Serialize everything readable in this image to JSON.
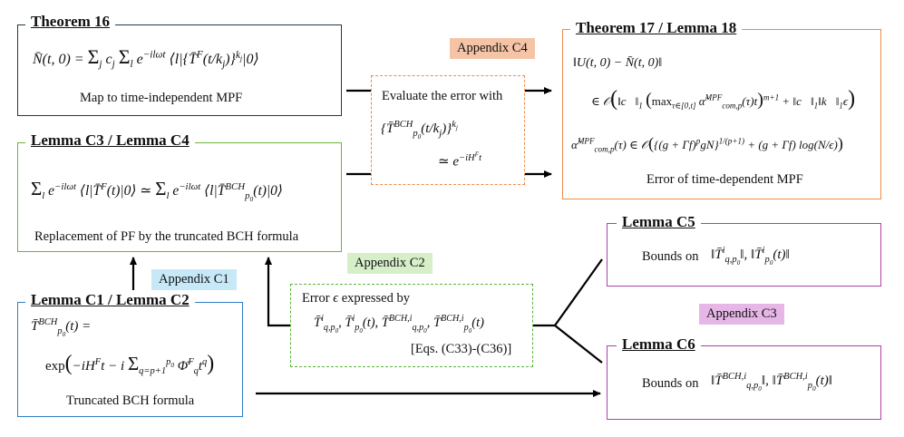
{
  "thm16": {
    "title": "Theorem 16",
    "formula": "N̄(t, 0) = Σⱼ cⱼ Σₗ e⁻ⁱˡωᵗ ⟨l|{T̄ᶠ(t/kⱼ)}ᵏʲ|0⟩",
    "caption": "Map to time-independent MPF"
  },
  "lemC3C4": {
    "title": "Lemma C3 / Lemma C4",
    "formula": "Σₗ e⁻ⁱˡωᵗ ⟨l|T̄ᶠ(t)|0⟩ ≃ Σₗ e⁻ⁱˡωᵗ ⟨l|T̄ᴮᶜᴴₚ₀(t)|0⟩",
    "caption": "Replacement of PF by the truncated BCH formula"
  },
  "lemC1C2": {
    "title": "Lemma C1 / Lemma C2",
    "formula1": "T̄ᴮᶜᴴₚ₀(t) =",
    "formula2": "exp( −iHᶠt − i Σ_{q=p+1}^{p₀} Φ̄ᶠ_q t^q )",
    "caption": "Truncated BCH formula"
  },
  "thm17": {
    "title": "Theorem 17 / Lemma 18",
    "line1": "‖U(t,0) − N̄(t,0)‖",
    "line2": "∈ 𝒪( ‖c⃗‖₁ ( max_{τ∈[0,t]} α̃ᴹᴾᶠ_com,p(τ) t )^{m+1} + ‖c⃗‖₁‖k⃗‖₁ε )",
    "line3": "α̃ᴹᴾᶠ_com,p(τ) ∈ 𝒪( {(g+Γf)ᵖ gN}^{1/(p+1)} + (g+Γf) log(N/ε) )",
    "caption": "Error of time-dependent MPF"
  },
  "evaluate": {
    "line1": "Evaluate the error with",
    "line2": "{T̄ᴮᶜᴴₚ₀(t/kⱼ)}ᵏʲ",
    "line3": "≃ e⁻ⁱᴴᶠᵗ"
  },
  "errorbox": {
    "line1": "Error ϵ expressed by",
    "line2": "T̄ⁱ_{q,p₀}, T̄ⁱ_{p₀}(t), T̄ᴮᶜᴴ,ⁱ_{q,p₀}, T̄ᴮᶜᴴ,ⁱ_{p₀}(t)",
    "refs": "[Eqs. (C33)-(C36)]"
  },
  "lemC5": {
    "title": "Lemma C5",
    "text": "Bounds on",
    "formula": "‖T̄ⁱ_{q,p₀}‖, ‖T̄ⁱ_{p₀}(t)‖"
  },
  "lemC6": {
    "title": "Lemma C6",
    "text": "Bounds on",
    "formula": "‖T̄ᴮᶜᴴ,ⁱ_{q,p₀}‖, ‖T̄ᴮᶜᴴ,ⁱ_{p₀}(t)‖"
  },
  "appendix": {
    "c1": "Appendix C1",
    "c2": "Appendix C2",
    "c3": "Appendix C3",
    "c4": "Appendix C4"
  },
  "colors": {
    "theorem16": "#1f3a4a",
    "lemma_c3c4": "#6db33f",
    "lemma_c1c2": "#2f7ec7",
    "theorem17": "#f08a4b",
    "evaluate": "#f08a4b",
    "errorbox": "#5ab43a",
    "lemma_c5c6": "#b23fa6",
    "tag_c1": "#c6e8f7",
    "tag_c2": "#d6efc9",
    "tag_c3": "#e6b7e6",
    "tag_c4": "#f5c4a6"
  }
}
